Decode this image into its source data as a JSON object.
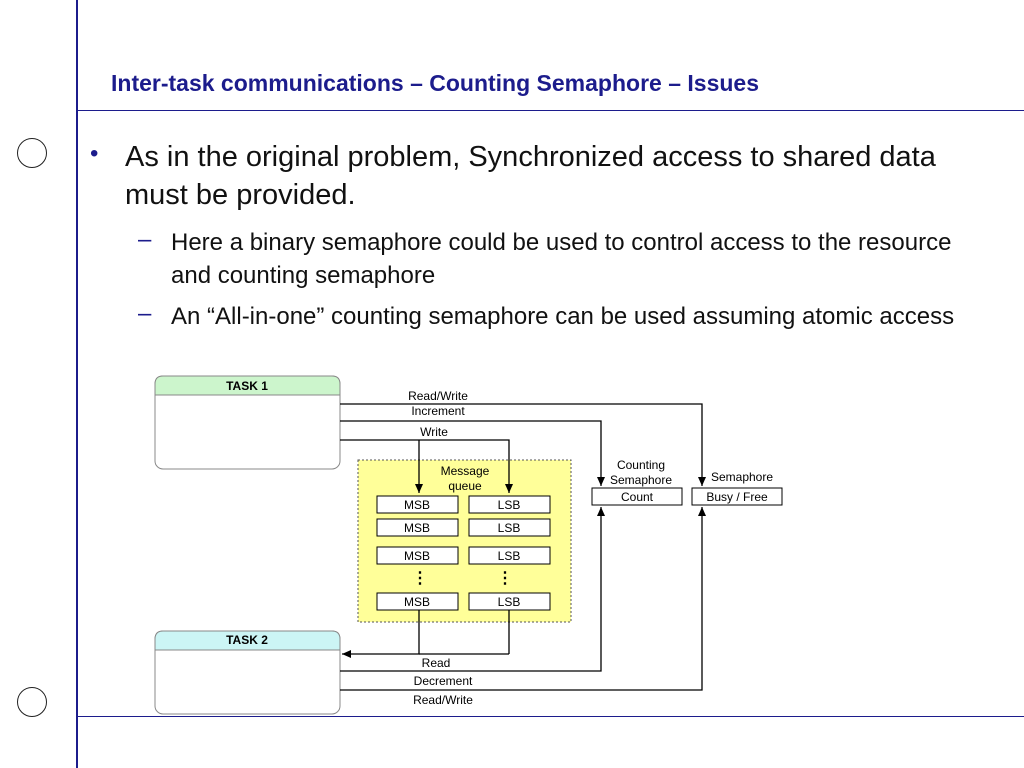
{
  "slide": {
    "title": "Inter-task communications – Counting Semaphore – Issues",
    "bullet": "As in the original problem, Synchronized access to shared data must be provided.",
    "bullet_marker": "•",
    "sub_marker": "–",
    "sub_bullets": [
      "Here a binary semaphore could be used to control access to the resource and counting semaphore",
      "An “All-in-one” counting semaphore can be used assuming atomic access"
    ]
  },
  "diagram": {
    "task1": "TASK 1",
    "task2": "TASK 2",
    "queue_label_line1": "Message",
    "queue_label_line2": "queue",
    "msb": "MSB",
    "lsb": "LSB",
    "ellipsis": "⋮",
    "counting_label_line1": "Counting",
    "counting_label_line2": "Semaphore",
    "count": "Count",
    "semaphore_label": "Semaphore",
    "busy_free": "Busy / Free",
    "read_write_top": "Read/Write",
    "increment": "Increment",
    "write": "Write",
    "read": "Read",
    "decrement": "Decrement",
    "read_write_bottom": "Read/Write",
    "colors": {
      "accent": "#1c1c8c",
      "task1_header": "#ccf5cc",
      "task2_header": "#ccf5f5",
      "queue_bg": "#ffff99"
    }
  }
}
